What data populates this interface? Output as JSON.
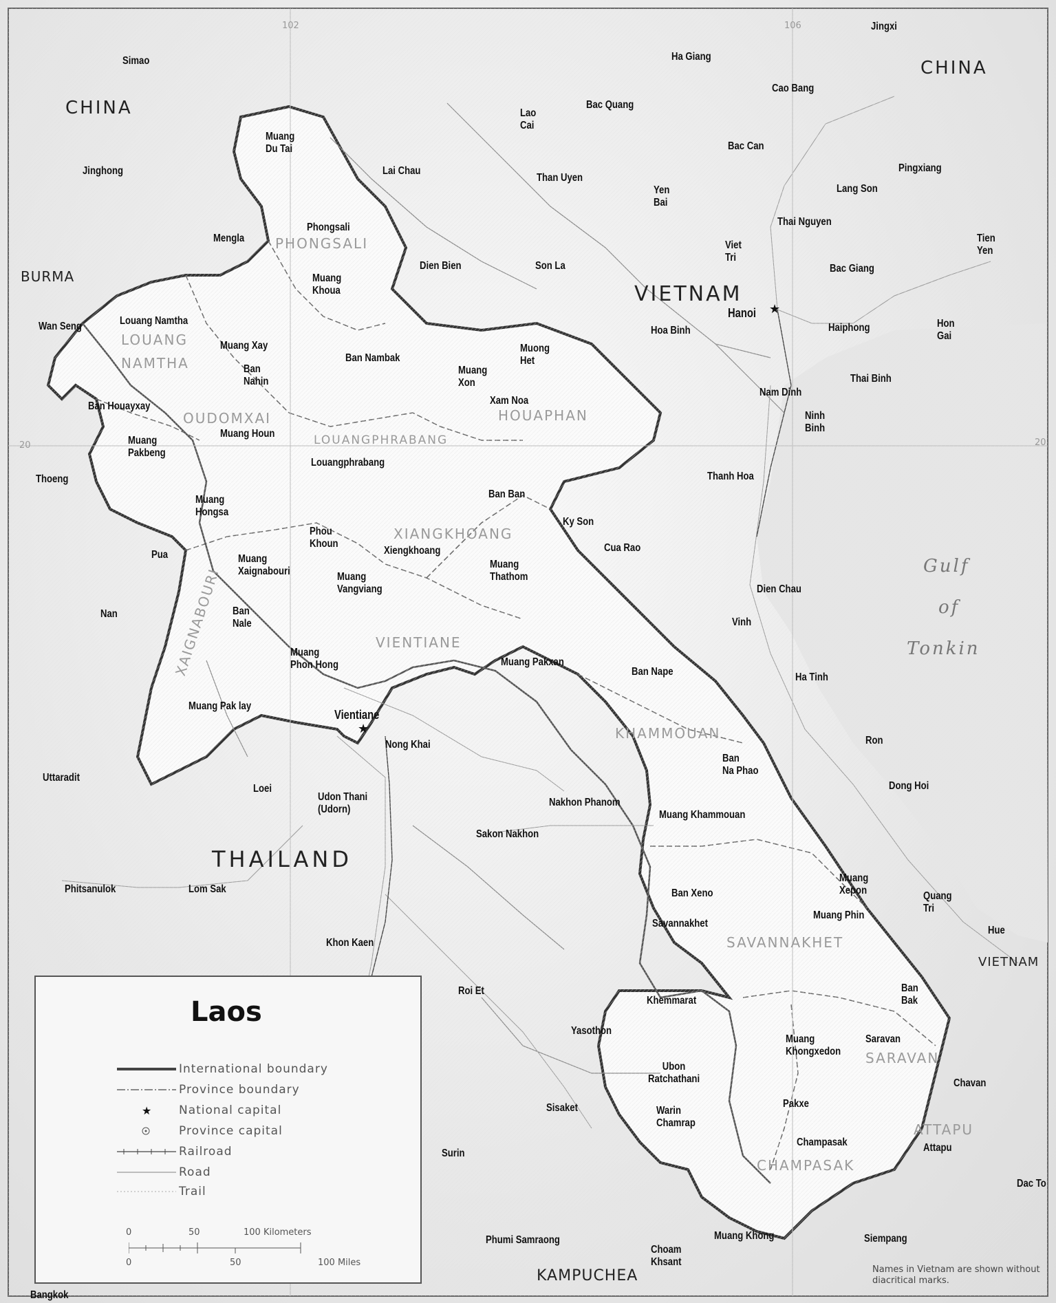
{
  "map": {
    "title": "Laos",
    "countries": {
      "china_nw": "CHINA",
      "china_ne": "CHINA",
      "burma": "BURMA",
      "vietnam": "VIETNAM",
      "thailand": "THAILAND",
      "kampuchea": "KAMPUCHEA",
      "vietnam_se": "VIETNAM"
    },
    "water": {
      "gulf": "Gulf",
      "of": "of",
      "tonkin": "Tonkin"
    },
    "provinces": {
      "phongsali": "PHONGSALI",
      "louang": "LOUANG",
      "namtha": "NAMTHA",
      "oudomxai": "OUDOMXAI",
      "louangphrabang": "LOUANGPHRABANG",
      "houaphan": "HOUAPHAN",
      "xiangkhoang": "XIANGKHOANG",
      "xaignabouri": "XAIGNABOURI",
      "vientiane": "VIENTIANE",
      "khammouan": "KHAMMOUAN",
      "savannakhet": "SAVANNAKHET",
      "saravan": "SARAVAN",
      "attapu": "ATTAPU",
      "champasak": "CHAMPASAK"
    },
    "places": {
      "simao": "Simao",
      "jingxi": "Jingxi",
      "ha_giang": "Ha Giang",
      "bac_quang": "Bac Quang",
      "cao_bang": "Cao Bang",
      "lao_cai": "Lao\nCai",
      "bac_can": "Bac Can",
      "jinghong": "Jinghong",
      "muang_du_tai": "Muang\nDu Tai",
      "lai_chau": "Lai Chau",
      "than_uyen": "Than Uyen",
      "pingxiang": "Pingxiang",
      "lang_son": "Lang Son",
      "yen_bai": "Yen\nBai",
      "phongsali_town": "Phongsali",
      "thai_nguyen": "Thai Nguyen",
      "mengla": "Mengla",
      "tien_yen": "Tien\nYen",
      "viet_tri": "Viet\nTri",
      "bac_giang": "Bac Giang",
      "dien_bien": "Dien Bien",
      "son_la": "Son La",
      "muang_khoua": "Muang\nKhoua",
      "hanoi": "Hanoi",
      "wan_seng": "Wan Seng",
      "louang_namtha_town": "Louang Namtha",
      "hoa_binh": "Hoa Binh",
      "haiphong": "Haiphong",
      "hon_gai": "Hon\nGai",
      "muang_xay": "Muang Xay",
      "muong_het": "Muong\nHet",
      "ban_nambak": "Ban Nambak",
      "ban_nahin": "Ban\nNahin",
      "muang_xon": "Muang\nXon",
      "thai_binh": "Thai Binh",
      "xam_noa": "Xam Noa",
      "nam_dinh": "Nam Dinh",
      "ninh_binh": "Ninh\nBinh",
      "ban_houayxay": "Ban Houayxay",
      "muang_houn": "Muang Houn",
      "muang_pakbeng": "Muang\nPakbeng",
      "louangphrabang_town": "Louangphrabang",
      "thanh_hoa": "Thanh Hoa",
      "thoeng": "Thoeng",
      "muang_hongsa": "Muang\nHongsa",
      "ban_ban": "Ban Ban",
      "ky_son": "Ky Son",
      "phou_khoun": "Phou\nKhoun",
      "cua_rao": "Cua Rao",
      "xiengkhoang": "Xiengkhoang",
      "pua": "Pua",
      "muang_xaignabouri": "Muang\nXaignabouri",
      "muang_thathom": "Muang\nThathom",
      "muang_vangviang": "Muang\nVangviang",
      "dien_chau": "Dien Chau",
      "nan": "Nan",
      "ban_nale": "Ban\nNale",
      "vinh": "Vinh",
      "muang_phon_hong": "Muang\nPhon Hong",
      "muang_pakxan": "Muang Pakxan",
      "ban_nape": "Ban Nape",
      "ha_tinh": "Ha Tinh",
      "muang_pak_lay": "Muang Pak lay",
      "vientiane_city": "Vientiane",
      "nong_khai": "Nong Khai",
      "ron": "Ron",
      "ban_na_phao": "Ban\nNa Phao",
      "uttaradit": "Uttaradit",
      "loei": "Loei",
      "udon_thani": "Udon Thani\n(Udorn)",
      "dong_hoi": "Dong Hoi",
      "nakhon_phanom": "Nakhon Phanom",
      "muang_khammouan": "Muang Khammouan",
      "sakon_nakhon": "Sakon Nakhon",
      "muang_xepon": "Muang\nXepon",
      "ban_xeno": "Ban Xeno",
      "quang_tri": "Quang\nTri",
      "phitsanulok": "Phitsanulok",
      "lom_sak": "Lom Sak",
      "savannakhet_town": "Savannakhet",
      "muang_phin": "Muang Phin",
      "hue": "Hue",
      "khon_kaen": "Khon Kaen",
      "roi_et": "Roi Et",
      "ban_bak": "Ban\nBak",
      "khemmarat": "Khemmarat",
      "yasothon": "Yasothon",
      "muang_khongxedon": "Muang\nKhongxedon",
      "saravan_town": "Saravan",
      "ubon": "Ubon\nRatchathani",
      "chavan": "Chavan",
      "sisaket": "Sisaket",
      "warin_chamrap": "Warin\nChamrap",
      "pakxe": "Pakxe",
      "champasak_town": "Champasak",
      "attapu_town": "Attapu",
      "surin": "Surin",
      "dac_to": "Dac To",
      "phumi_samraong": "Phumi Samraong",
      "muang_khong": "Muang Khong",
      "siempang": "Siempang",
      "choam_khsant": "Choam\nKhsant",
      "bangkok": "Bangkok"
    },
    "grid_labels": {
      "lon_102": "102",
      "lon_106": "106",
      "lat_20_w": "20",
      "lat_20_e": "20"
    },
    "note": "Names in Vietnam are shown without diacritical marks."
  },
  "legend": {
    "items": [
      {
        "label": "International boundary",
        "symbol": "intl-boundary"
      },
      {
        "label": "Province boundary",
        "symbol": "province-boundary"
      },
      {
        "label": "National capital",
        "symbol": "star"
      },
      {
        "label": "Province capital",
        "symbol": "circled-dot"
      },
      {
        "label": "Railroad",
        "symbol": "railroad"
      },
      {
        "label": "Road",
        "symbol": "road"
      },
      {
        "label": "Trail",
        "symbol": "trail"
      }
    ],
    "scale": {
      "km_zero": "0",
      "km_50": "50",
      "km_100": "100 Kilometers",
      "mi_zero": "0",
      "mi_50": "50",
      "mi_100": "100 Miles"
    }
  }
}
